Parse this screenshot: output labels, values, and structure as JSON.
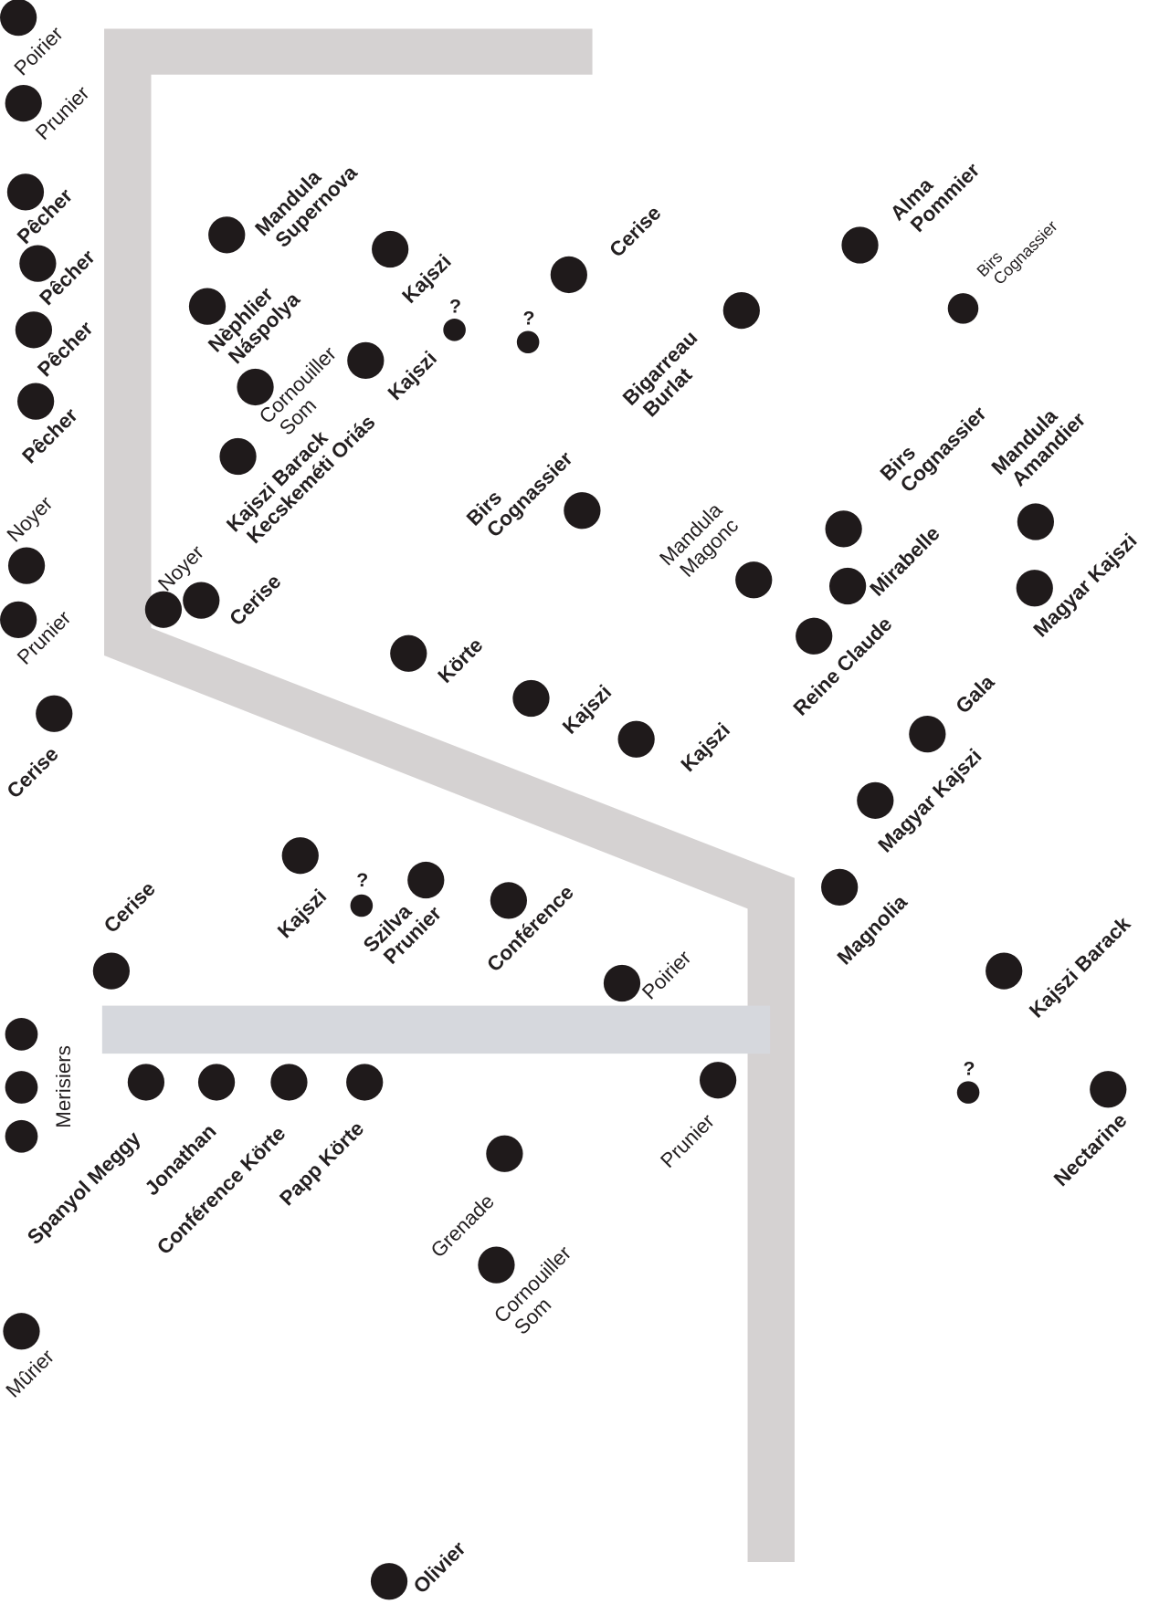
{
  "title": "Orchard tree plan",
  "colors": {
    "road": "#d5d2d2",
    "path": "#d6d8dd",
    "tree": "#1f1a1b"
  },
  "trees": [
    {
      "lines": [
        "Poirier"
      ]
    },
    {
      "lines": [
        "Prunier"
      ]
    },
    {
      "lines": [
        "Pêcher"
      ]
    },
    {
      "lines": [
        "Pêcher"
      ]
    },
    {
      "lines": [
        "Pêcher"
      ]
    },
    {
      "lines": [
        "Pêcher"
      ]
    },
    {
      "lines": [
        "Noyer"
      ]
    },
    {
      "lines": [
        "Prunier"
      ]
    },
    {
      "lines": [
        "Cerise"
      ]
    },
    {
      "lines": [
        "Mandula",
        "Supernova"
      ]
    },
    {
      "lines": [
        "Kajszi"
      ]
    },
    {
      "lines": [
        "Nèphlier",
        "Náspolya"
      ]
    },
    {
      "lines": [
        "?"
      ]
    },
    {
      "lines": [
        "?"
      ]
    },
    {
      "lines": [
        "Cerise"
      ]
    },
    {
      "lines": [
        "Cornouiller",
        "Som"
      ]
    },
    {
      "lines": [
        "Kajszi"
      ]
    },
    {
      "lines": [
        "Kajszi Barack",
        "Kecskeméti Oriás"
      ]
    },
    {
      "lines": [
        "Birs",
        "Cognassier"
      ]
    },
    {
      "lines": [
        "Bigarreau",
        "Burlat"
      ]
    },
    {
      "lines": [
        "Alma",
        "Pommier"
      ]
    },
    {
      "lines": [
        "Birs",
        "Cognassier"
      ]
    },
    {
      "lines": [
        "Noyer"
      ]
    },
    {
      "lines": [
        "Cerise"
      ]
    },
    {
      "lines": [
        "Körte"
      ]
    },
    {
      "lines": [
        "Kajszi"
      ]
    },
    {
      "lines": [
        "Kajszi"
      ]
    },
    {
      "lines": [
        "Mandula",
        "Magonc"
      ]
    },
    {
      "lines": [
        "Birs",
        "Cognassier"
      ]
    },
    {
      "lines": [
        "Mirabelle"
      ]
    },
    {
      "lines": [
        "Mandula",
        "Amandier"
      ]
    },
    {
      "lines": [
        "Magyar Kajszi"
      ]
    },
    {
      "lines": [
        "Reine Claude"
      ]
    },
    {
      "lines": [
        "Gala"
      ]
    },
    {
      "lines": [
        "Magyar Kajszi"
      ]
    },
    {
      "lines": [
        "Magnolia"
      ]
    },
    {
      "lines": [
        "Kajszi Barack"
      ]
    },
    {
      "lines": [
        "?"
      ]
    },
    {
      "lines": [
        "Nectarine"
      ]
    },
    {
      "lines": [
        "Kajszi"
      ]
    },
    {
      "lines": [
        "?"
      ]
    },
    {
      "lines": [
        "Szilva",
        "Prunier"
      ]
    },
    {
      "lines": [
        "Conférence"
      ]
    },
    {
      "lines": [
        "Poirier"
      ]
    },
    {
      "lines": [
        "Cerise"
      ]
    },
    {
      "lines": [
        "Merisiers"
      ]
    },
    {
      "lines": [
        "Spanyol Meggy"
      ]
    },
    {
      "lines": [
        "Jonathan"
      ]
    },
    {
      "lines": [
        "Conférence Körte"
      ]
    },
    {
      "lines": [
        "Papp Körte"
      ]
    },
    {
      "lines": [
        "Prunier"
      ]
    },
    {
      "lines": [
        "Grenade"
      ]
    },
    {
      "lines": [
        "Cornouiller",
        "Som"
      ]
    },
    {
      "lines": [
        "Mûrier"
      ]
    },
    {
      "lines": [
        "Olivier"
      ]
    }
  ]
}
